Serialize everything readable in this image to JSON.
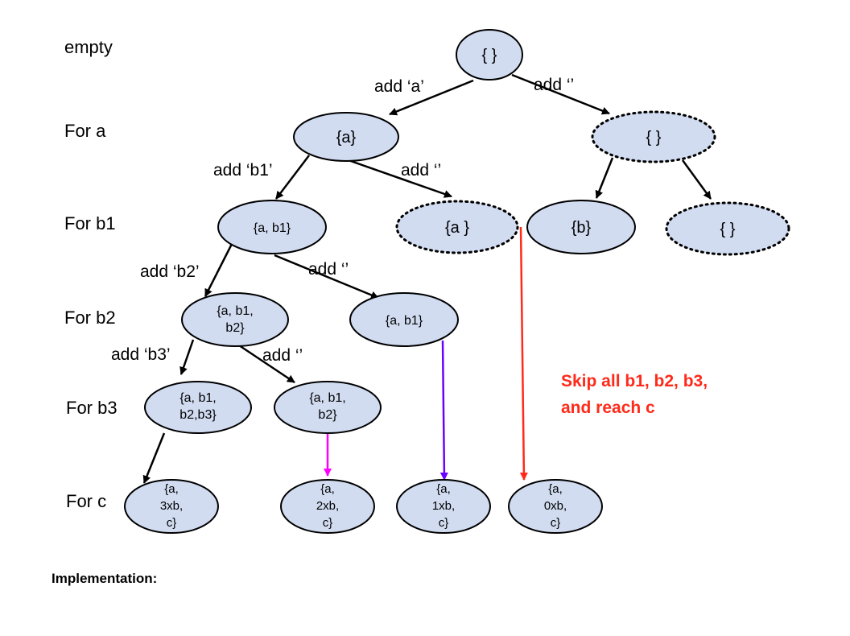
{
  "levels": {
    "empty": "empty",
    "a": "For a",
    "b1": "For b1",
    "b2": "For b2",
    "b3": "For b3",
    "c": "For c"
  },
  "edge_labels": {
    "root_a": "add ‘a’",
    "root_empty": "add ‘’",
    "a_b1": "add ‘b1’",
    "a_empty": "add ‘’",
    "ab1_b2": "add ‘b2’",
    "ab1_empty": "add ‘’",
    "ab1b2_b3": "add ‘b3’",
    "ab1b2_empty": "add ‘’"
  },
  "nodes": {
    "root": "{ }",
    "a": "{a}",
    "empty_a": "{ }",
    "ab1": "{a, b1}",
    "a_skip": "{a }",
    "b": "{b}",
    "empty_b": "{ }",
    "ab1b2_1": "{a, b1,",
    "ab1b2_2": "b2}",
    "ab1_2": "{a, b1}",
    "ab1b2b3_1": "{a, b1,",
    "ab1b2b3_2": "b2,b3}",
    "ab1b2x_1": "{a, b1,",
    "ab1b2x_2": "b2}",
    "c3_1": "{a,",
    "c3_2": "3xb,",
    "c3_3": "c}",
    "c2_1": "{a,",
    "c2_2": "2xb,",
    "c2_3": "c}",
    "c1_1": "{a,",
    "c1_2": "1xb,",
    "c1_3": "c}",
    "c0_1": "{a,",
    "c0_2": "0xb,",
    "c0_3": "c}"
  },
  "note": {
    "line1": "Skip all b1, b2, b3,",
    "line2": "and reach c"
  },
  "footer": "Implementation:",
  "colors": {
    "node_fill": "#d1dcf1",
    "arrow_black": "#000000",
    "arrow_magenta": "#ff00ff",
    "arrow_purple": "#6a00ff",
    "arrow_red": "#ff2a1a"
  }
}
